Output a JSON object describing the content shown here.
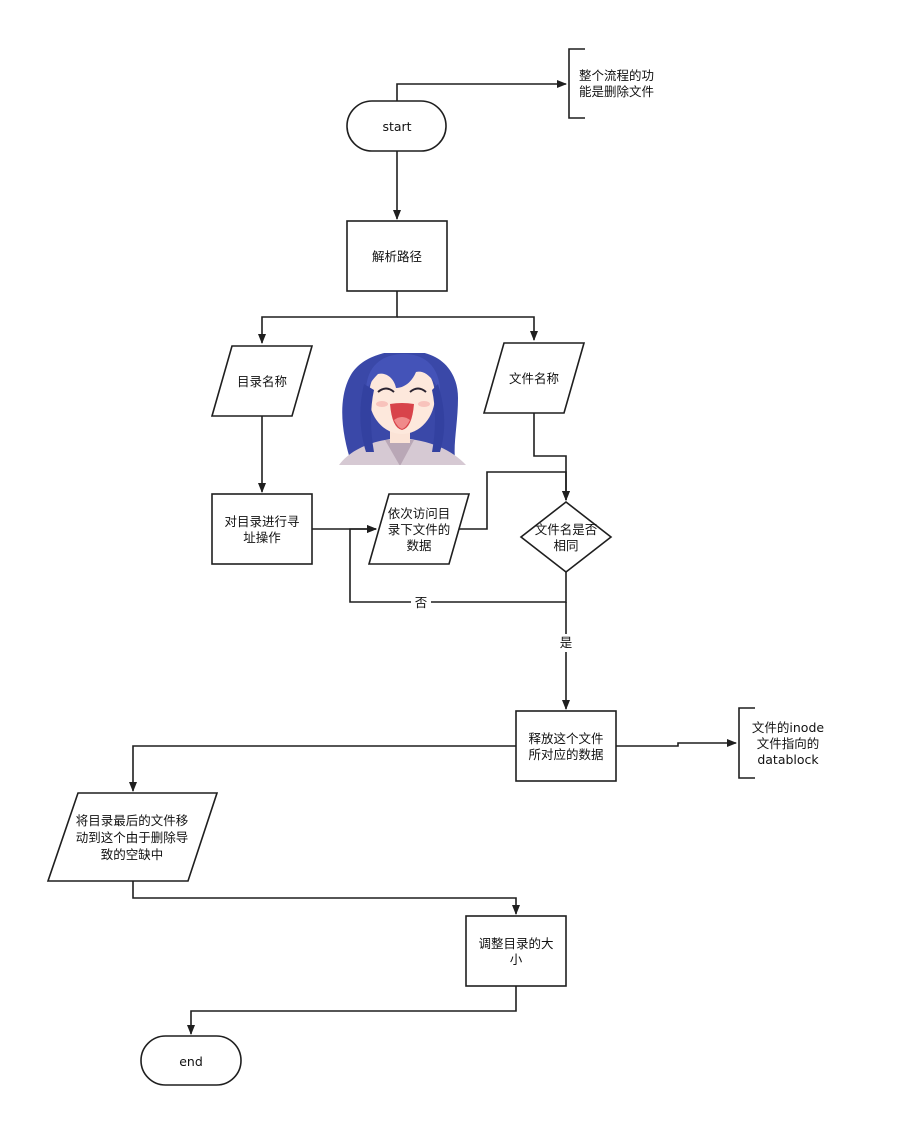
{
  "diagram": {
    "nodes": {
      "start": "start",
      "parse_path": "解析路径",
      "dir_name": "目录名称",
      "file_name": "文件名称",
      "dir_addressing": [
        "对目录进行寻",
        "址操作"
      ],
      "access_data": [
        "依次访问目",
        "录下文件的",
        "数据"
      ],
      "name_same": [
        "文件名是否",
        "相同"
      ],
      "release": [
        "释放这个文件",
        "所对应的数据"
      ],
      "move_last": [
        "将目录最后的文件移",
        "动到这个由于删除导",
        "致的空缺中"
      ],
      "adjust_size": [
        "调整目录的大",
        "小"
      ],
      "end": "end"
    },
    "annotations": {
      "purpose": [
        "整个流程的功",
        "能是删除文件"
      ],
      "inode": [
        "文件的inode",
        "文件指向的",
        "datablock"
      ]
    },
    "edge_labels": {
      "no": "否",
      "yes": "是"
    }
  },
  "image": {
    "icon": "anime-girl-laughing-icon"
  }
}
